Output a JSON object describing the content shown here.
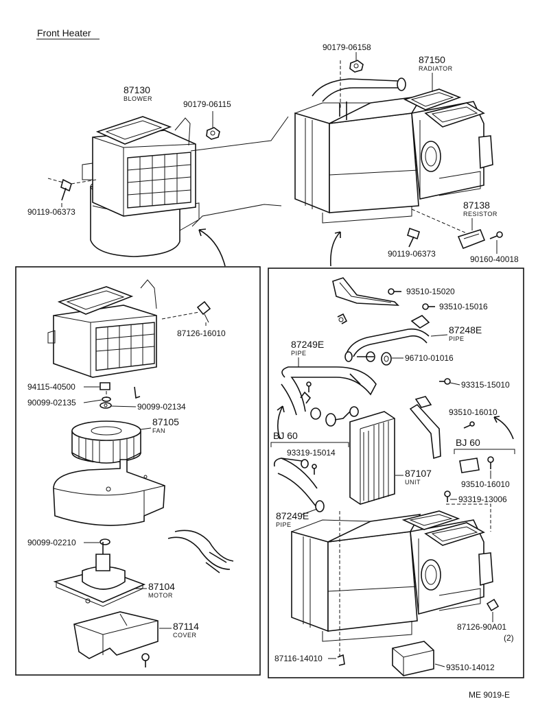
{
  "title": "Front Heater",
  "footer_code": "ME  9019-E",
  "labels": {
    "p87130": "87130",
    "blower": "BLOWER",
    "p90179_06115": "90179-06115",
    "p90119_06373_a": "90119-06373",
    "p90179_06158": "90179-06158",
    "p87150": "87150",
    "radiator": "RADIATOR",
    "p87138": "87138",
    "resistor": "RESISTOR",
    "p90119_06373_b": "90119-06373",
    "p90160_40018": "90160-40018",
    "p87126_16010": "87126-16010",
    "p94115_40500": "94115-40500",
    "p90099_02135": "90099-02135",
    "p90099_02134": "90099-02134",
    "p87105": "87105",
    "fan": "FAN",
    "p90099_02210": "90099-02210",
    "p87104": "87104",
    "motor": "MOTOR",
    "p87114": "87114",
    "cover": "COVER",
    "p93510_15020": "93510-15020",
    "p93510_15016": "93510-15016",
    "p87248e": "87248E",
    "pipe_a": "PIPE",
    "p87249e_a": "87249E",
    "pipe_b": "PIPE",
    "p96710_01016": "96710-01016",
    "p93315_15010": "93315-15010",
    "p93510_16010_a": "93510-16010",
    "bj60_a": "BJ 60",
    "bj60_b": "BJ 60",
    "p93319_15014": "93319-15014",
    "p87107": "87107",
    "unit": "UNIT",
    "p93510_16010_b": "93510-16010",
    "p93319_13006": "93319-13006",
    "p87249e_b": "87249E",
    "pipe_c": "PIPE",
    "p87126_90a01": "87126-90A01",
    "qty2": "(2)",
    "p87116_14010": "87116-14010",
    "p93510_14012": "93510-14012"
  }
}
